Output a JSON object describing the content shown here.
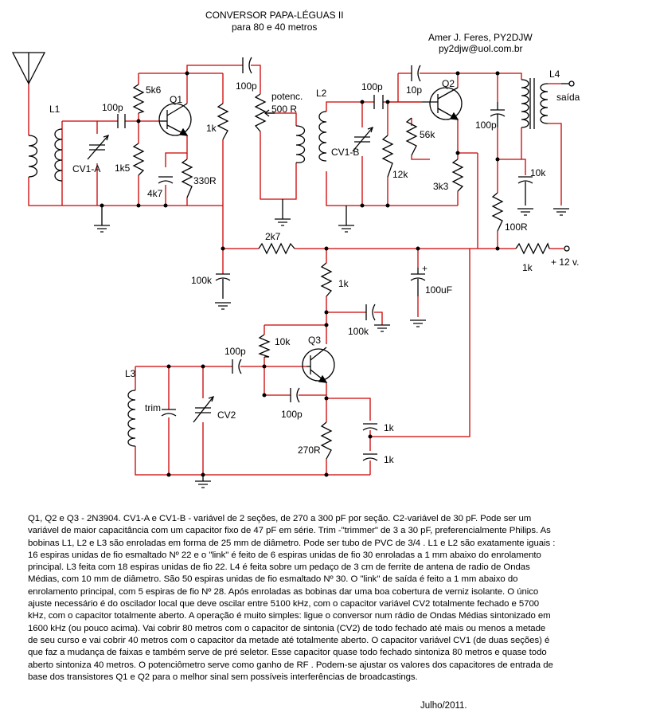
{
  "header": {
    "title": "CONVERSOR  PAPA-LÉGUAS  II",
    "subtitle": "para 80 e 40 metros",
    "author": "Amer J. Feres, PY2DJW",
    "email": "py2djw@uol.com.br"
  },
  "labels": {
    "L1": "L1",
    "CV1A": "CV1-A",
    "C100p_1": "100p",
    "R5k6": "5k6",
    "Q1": "Q1",
    "R1k5": "1k5",
    "C4k7": "4k7",
    "R330": "330R",
    "R1k_a": "1k",
    "C100p_2": "100p",
    "potenc": "potenc.",
    "pot500": "500 R",
    "L2": "L2",
    "C100p_3": "100p",
    "CV1B": "CV1-B",
    "R12k": "12k",
    "C10p": "10p",
    "Q2": "Q2",
    "R56k": "56k",
    "R3k3": "3k3",
    "C100p_4": "100p",
    "L4": "L4",
    "saida": "saída",
    "C10k": "10k",
    "R100R": "100R",
    "R2k7": "2k7",
    "C100k_1": "100k",
    "R1k_b": "1k",
    "C100uF": "100uF",
    "C100k_2": "100k",
    "R1k_c": "1k",
    "plus12": "+ 12 v.",
    "R10k": "10k",
    "Q3": "Q3",
    "C100p_5": "100p",
    "L3": "L3",
    "trim": "trim",
    "CV2": "CV2",
    "C100p_6": "100p",
    "R270R": "270R",
    "C1k_a": "1k",
    "C1k_b": "1k",
    "plus_sign": "+"
  },
  "description": "Q1, Q2 e Q3 - 2N3904.  CV1-A  e CV1-B - variável de 2 seções, de 270 a 300 pF por seção.  C2-variável de 30 pF. Pode ser um variável de maior capacitância com um capacitor fixo de 47 pF em série.  Trim -\"trimmer\" de 3 a 30 pF, preferencialmente Philips. As bobinas L1, L2 e L3 são enroladas em forma de 25 mm de diâmetro. Pode ser tubo de PVC de 3/4 .   L1 e L2 são exatamente iguais : 16 espiras unidas de fio esmaltado Nº 22 e o \"link\" é feito de 6 espiras unidas de fio 30 enroladas a 1 mm  abaixo do enrolamento principal.    L3 feita com 18 espiras unidas de fio 22.    L4 é  feita sobre um pedaço  de 3 cm de ferrite de antena de radio de Ondas Médias, com 10 mm de diâmetro. São 50 espiras unidas de fio esmaltado Nº 30. O \"link\" de saída é feito a 1 mm abaixo do enrolamento principal, com 5 espiras de fio Nº 28. Após enroladas as bobinas dar uma boa cobertura de verniz isolante.   O único ajuste necessário é do oscilador local que deve oscilar entre  5100 kHz, com o capacitor variável CV2 totalmente fechado e  5700 kHz, com o capacitor totalmente aberto. A  operação é muito simples: ligue o conversor num rádio de Ondas Médias sintonizado em 1600 kHz (ou pouco acima).  Vai cobrir 80 metros com o capacitor de sintonia (CV2) de todo fechado até mais ou menos a metade de seu curso e vai cobrir 40 metros com o capacitor da metade até totalmente aberto. O capacitor variável  CV1 (de duas seções) é que faz a mudança de faixas e também serve de pré seletor.   Esse capacitor quase todo fechado sintoniza 80 metros  e quase todo aberto sintoniza 40 metros. O potenciômetro serve como ganho de RF . Podem-se ajustar os valores dos capacitores de entrada de base dos transistores Q1 e Q2 para o melhor sinal sem possíveis interferências de broadcastings.",
  "date": "Julho/2011.",
  "colors": {
    "wire": "#cc0000",
    "component": "#000000",
    "background": "#ffffff"
  }
}
